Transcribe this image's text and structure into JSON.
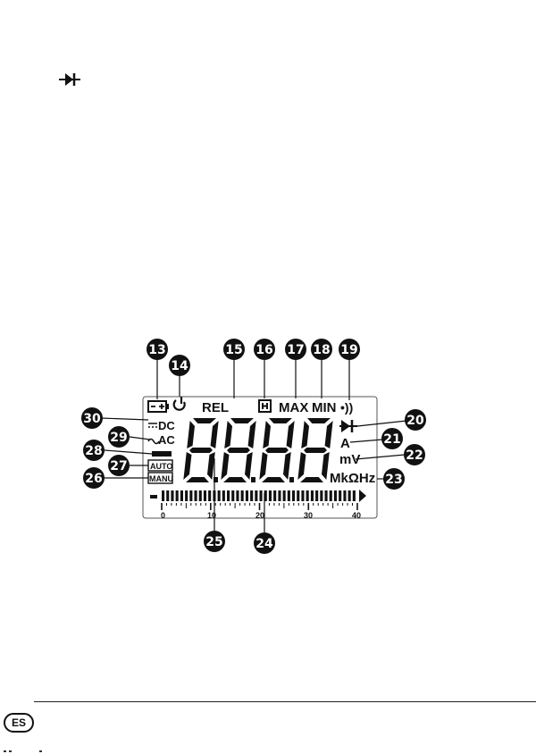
{
  "icons": {
    "top_symbol": "diode-icon"
  },
  "lcd": {
    "battery_icon": "battery-icon",
    "auto_off_icon": "auto-power-off-icon",
    "rel": "REL",
    "hold_icon": "hold-icon",
    "max": "MAX",
    "min": "MIN",
    "continuity": "•))",
    "diode_icon": "diode-icon",
    "dc": "DC",
    "ac": "AC",
    "auto": "AUTO",
    "manu": "MANU",
    "digits": "8.8.8.8",
    "unit_a": "A",
    "unit_mv": "mV",
    "unit_freq": "MkΩHz",
    "minus": "−",
    "scale_labels": [
      "0",
      "10",
      "20",
      "30",
      "40"
    ]
  },
  "callouts": [
    {
      "n": "13"
    },
    {
      "n": "14"
    },
    {
      "n": "15"
    },
    {
      "n": "16"
    },
    {
      "n": "17"
    },
    {
      "n": "18"
    },
    {
      "n": "19"
    },
    {
      "n": "20"
    },
    {
      "n": "21"
    },
    {
      "n": "22"
    },
    {
      "n": "23"
    },
    {
      "n": "24"
    },
    {
      "n": "25"
    },
    {
      "n": "26"
    },
    {
      "n": "27"
    },
    {
      "n": "28"
    },
    {
      "n": "29"
    },
    {
      "n": "30"
    }
  ],
  "footer": {
    "lang": "ES"
  }
}
